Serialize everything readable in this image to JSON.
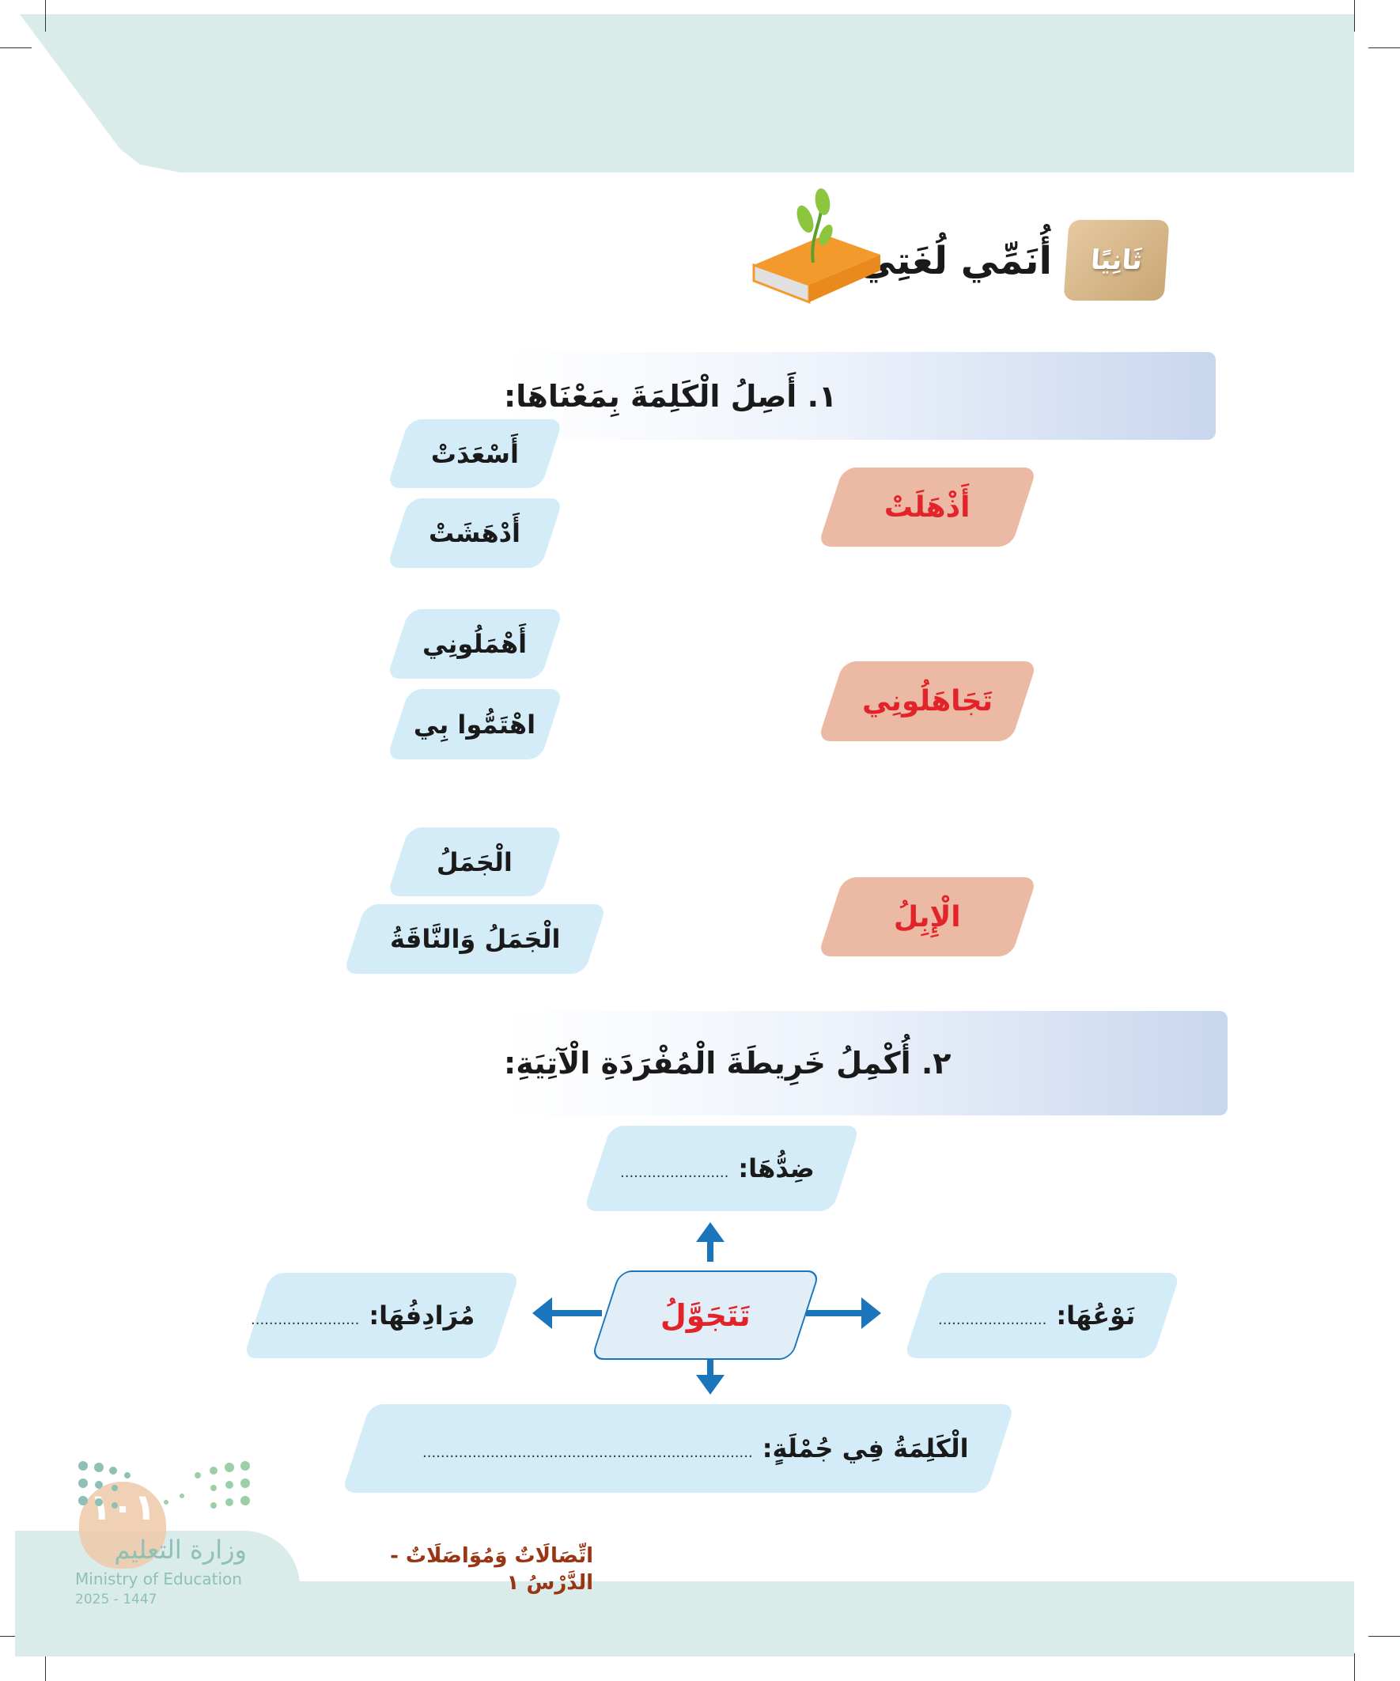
{
  "header": {
    "section_badge": "ثَانِيًا",
    "section_title": "أُنَمِّي لُغَتِي",
    "book_icon": "book-with-sprout-icon"
  },
  "q1": {
    "title": "١. أَصِلُ الْكَلِمَةَ بِمَعْنَاهَا:",
    "groups": [
      {
        "word": "أَذْهَلَتْ",
        "options": [
          "أَسْعَدَتْ",
          "أَدْهَشَتْ"
        ]
      },
      {
        "word": "تَجَاهَلُونِي",
        "options": [
          "أَهْمَلُونِي",
          "اهْتَمُّوا بِي"
        ]
      },
      {
        "word": "الْإِبِلُ",
        "options": [
          "الْجَمَلُ",
          "الْجَمَلُ وَالنَّاقَةُ"
        ]
      }
    ]
  },
  "q2": {
    "title": "٢. أُكْمِلُ خَرِيطَةَ الْمُفْرَدَةِ الْآتِيَةِ:",
    "center_word": "تَتَجَوَّلُ",
    "antonym_label": "ضِدُّهَا:",
    "synonym_label": "مُرَادِفُهَا:",
    "type_label": "نَوْعُهَا:",
    "sentence_label": "الْكَلِمَةُ فِي جُمْلَةٍ:",
    "blank_short": "........................",
    "blank_long": "........................................................................."
  },
  "footer": {
    "lesson": "اتِّصَالَاتٌ وَمُوَاصَلَاتٌ - الدَّرْسُ ١",
    "page_number": "١٠١"
  },
  "logo": {
    "arabic": "وزارة التعليم",
    "english": "Ministry of Education",
    "year": "2025 - 1447"
  },
  "colors": {
    "pink": "#ecb9a4",
    "blue": "#d3ecf8",
    "red": "#e2232a",
    "arrow": "#1a75bb",
    "teal": "#d9ecea"
  }
}
